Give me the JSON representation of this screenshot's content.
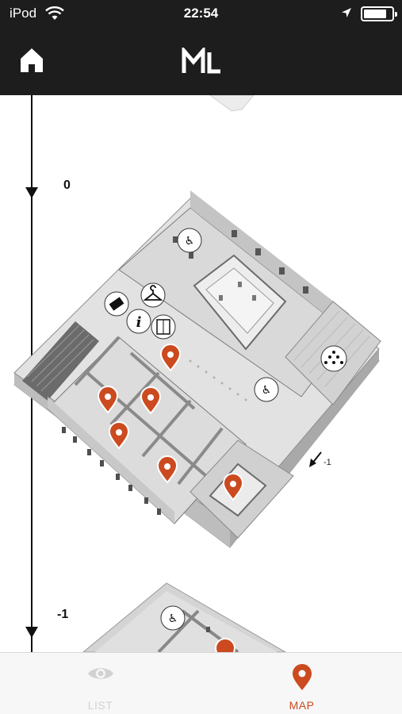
{
  "status_bar": {
    "carrier": "iPod",
    "time": "22:54"
  },
  "map": {
    "levels": [
      {
        "label": "0"
      },
      {
        "label": "-1"
      }
    ],
    "stair_label": "-1",
    "accent_color": "#cc4a1f"
  },
  "tab_bar": {
    "list_label": "LIST",
    "map_label": "MAP",
    "active_tab": "MAP",
    "active_color": "#cc4a1f",
    "inactive_color": "#d2d2d2"
  }
}
